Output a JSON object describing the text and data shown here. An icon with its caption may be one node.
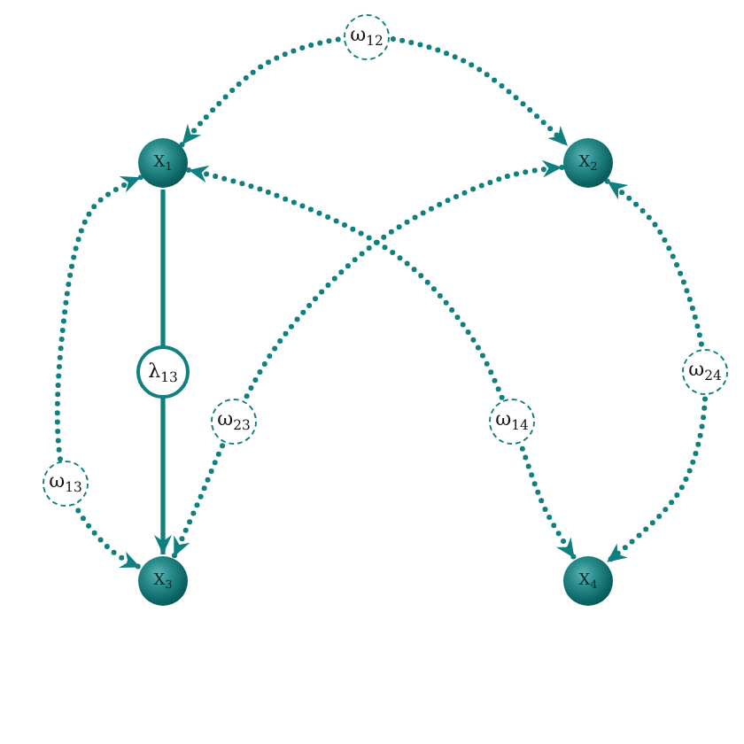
{
  "diagram": {
    "nodes": [
      {
        "text": [
          "X$_{1}$"
        ]
      },
      {
        "text": [
          "X$_{2}$"
        ]
      },
      {
        "text": [
          "X$_{3}$"
        ]
      },
      {
        "text": [
          "X$_{4}$"
        ]
      }
    ],
    "edges": [
      {
        "from": 0,
        "to": 1,
        "arrow": "both",
        "label": "ω$_{12}$",
        "style": "dashed"
      },
      {
        "from": 0,
        "to": 2,
        "arrow": "both",
        "label": "ω$_{13}$",
        "style": "dashed"
      },
      {
        "from": 0,
        "to": 2,
        "arrow": "to",
        "label": "λ$_{13}$"
      },
      {
        "from": 1,
        "to": 2,
        "arrow": "both",
        "label": "ω$_{23}$",
        "style": "dashed"
      },
      {
        "from": 0,
        "to": 3,
        "arrow": "both",
        "label": "ω$_{14}$",
        "style": "dashed"
      },
      {
        "from": 1,
        "to": 3,
        "arrow": "both",
        "label": "ω$_{24}$",
        "style": "dashed"
      }
    ]
  }
}
